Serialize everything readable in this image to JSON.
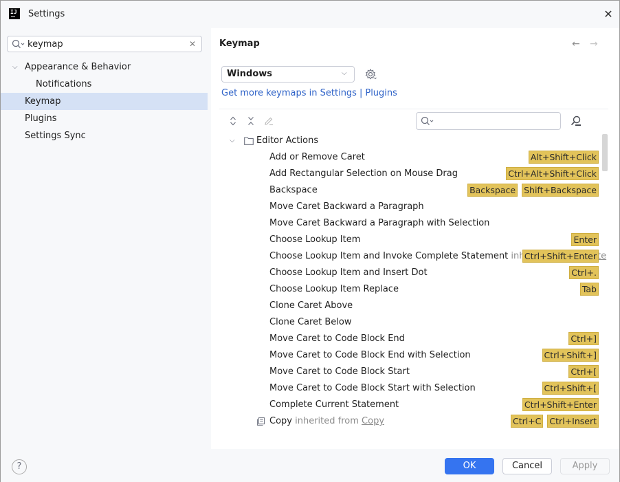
{
  "window": {
    "title": "Settings",
    "logo": "IJ"
  },
  "sidebar": {
    "search_value": "keymap",
    "items": [
      {
        "label": "Appearance & Behavior",
        "expanded": true
      },
      {
        "label": "Notifications"
      },
      {
        "label": "Keymap",
        "selected": true
      },
      {
        "label": "Plugins"
      },
      {
        "label": "Settings Sync"
      }
    ]
  },
  "main": {
    "title": "Keymap",
    "keymap_selected": "Windows",
    "links": {
      "settings": "Get more keymaps in Settings",
      "separator": "|",
      "plugins": "Plugins"
    },
    "group": "Editor Actions",
    "actions": [
      {
        "name": "Add or Remove Caret",
        "keys": [
          "Alt+Shift+Click"
        ]
      },
      {
        "name": "Add Rectangular Selection on Mouse Drag",
        "keys": [
          "Ctrl+Alt+Shift+Click"
        ]
      },
      {
        "name": "Backspace",
        "keys": [
          "Backspace",
          "Shift+Backspace"
        ]
      },
      {
        "name": "Move Caret Backward a Paragraph",
        "keys": []
      },
      {
        "name": "Move Caret Backward a Paragraph with Selection",
        "keys": []
      },
      {
        "name": "Choose Lookup Item",
        "keys": [
          "Enter"
        ]
      },
      {
        "name": "Choose Lookup Item and Invoke Complete Statement",
        "inherited": "inheri",
        "inherited_link": "te",
        "keys": [
          "Ctrl+Shift+Enter"
        ]
      },
      {
        "name": "Choose Lookup Item and Insert Dot",
        "keys": [
          "Ctrl+."
        ]
      },
      {
        "name": "Choose Lookup Item Replace",
        "keys": [
          "Tab"
        ]
      },
      {
        "name": "Clone Caret Above",
        "keys": []
      },
      {
        "name": "Clone Caret Below",
        "keys": []
      },
      {
        "name": "Move Caret to Code Block End",
        "keys": [
          "Ctrl+]"
        ]
      },
      {
        "name": "Move Caret to Code Block End with Selection",
        "keys": [
          "Ctrl+Shift+]"
        ]
      },
      {
        "name": "Move Caret to Code Block Start",
        "keys": [
          "Ctrl+["
        ]
      },
      {
        "name": "Move Caret to Code Block Start with Selection",
        "keys": [
          "Ctrl+Shift+["
        ]
      },
      {
        "name": "Complete Current Statement",
        "keys": [
          "Ctrl+Shift+Enter"
        ]
      }
    ],
    "copy_row": {
      "name": "Copy",
      "inherited_prefix": "inherited from",
      "inherited_link": "Copy",
      "keys": [
        "Ctrl+C",
        "Ctrl+Insert"
      ]
    }
  },
  "footer": {
    "help": "?",
    "ok": "OK",
    "cancel": "Cancel",
    "apply": "Apply"
  },
  "colors": {
    "accent": "#3574f0",
    "selection": "#d5e1f5",
    "shortcut_highlight": "#e2c35a",
    "link": "#2f63c8"
  }
}
